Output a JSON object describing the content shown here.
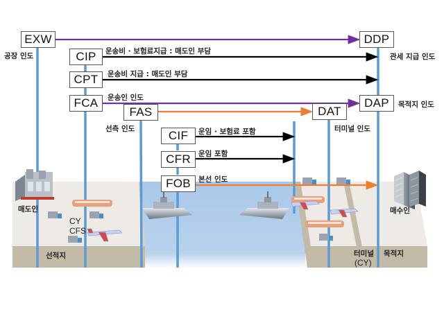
{
  "title": "Incoterms 2010 - delivery points diagram",
  "terms": {
    "exw": "EXW",
    "cip": "CIP",
    "cpt": "CPT",
    "fca": "FCA",
    "fas": "FAS",
    "cif": "CIF",
    "cfr": "CFR",
    "fob": "FOB",
    "dat": "DAT",
    "dap": "DAP",
    "ddp": "DDP"
  },
  "arrow_labels": {
    "cip": "운송비 · 보험료지급 : 매도인 부담",
    "cpt": "운송비 지급 : 매도인 부담",
    "fca": "운송인 인도",
    "cif": "운임 · 보험료 포함",
    "cfr": "운임 포함",
    "fob": "본선 인도"
  },
  "delivery_labels": {
    "exw": "공장 인도",
    "fas": "선측 인도",
    "dat": "터미널 인도",
    "dap": "목적지 인도",
    "ddp": "관세 지급 인도"
  },
  "place_labels": {
    "seller": "매도인",
    "buyer": "매수인",
    "cy": "CY",
    "cfs": "CFS",
    "loading_port": "선적지",
    "terminal": "터미널",
    "terminal_cy": "(CY)",
    "destination": "목적지"
  },
  "icons": {
    "factory": "factory-icon",
    "building": "office-building-icon",
    "ship": "ship-icon",
    "truck": "truck-icon",
    "train": "train-icon",
    "airplane": "airplane-icon"
  },
  "colors": {
    "purple_arrow": "#7030a0",
    "orange_arrow": "#ed7d31",
    "black_arrow": "#000000",
    "vertical_line": "#5b9bd5",
    "land": "#eeebe6",
    "land_edge": "#c4baa8",
    "water": "#b4cfea"
  }
}
